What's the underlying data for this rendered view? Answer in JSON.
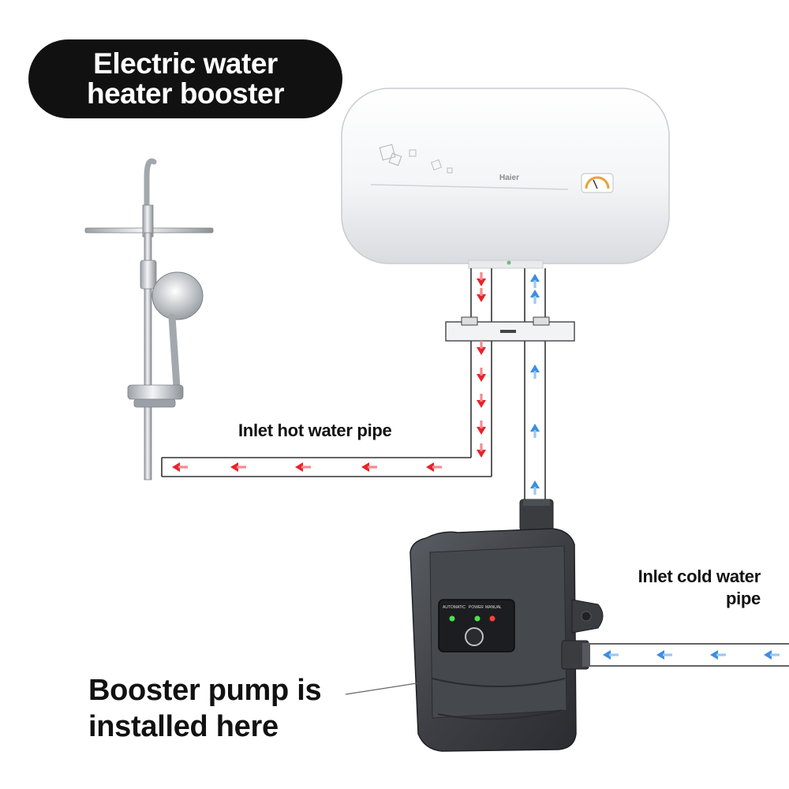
{
  "title": "Electric water\nheater booster",
  "labels": {
    "hot_pipe": "Inlet hot water pipe",
    "cold_pipe": "Inlet cold water\npipe",
    "pump_location": "Booster pump is\ninstalled here"
  },
  "heater": {
    "brand": "Haier"
  },
  "pump_panel": {
    "automatic": "AUTOMATIC",
    "power": "POWER",
    "manual": "MANUAL"
  },
  "colors": {
    "hot_arrow": "#e8232a",
    "cold_arrow": "#3a8ee6",
    "pipe_stroke": "#333333",
    "pump_body": "#3d3f44"
  }
}
